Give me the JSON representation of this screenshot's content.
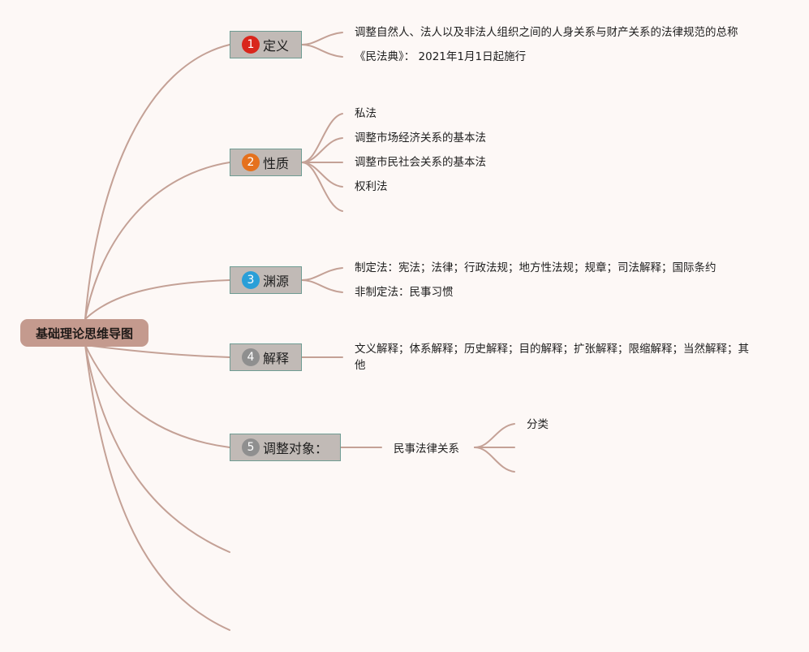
{
  "root": "基础理论思维导图",
  "branches": [
    {
      "num": "1",
      "label": "定义",
      "badge_color": "#d9261c",
      "children": [
        "调整自然人、法人以及非法人组织之间的人身关系与财产关系的法律规范的总称",
        "《民法典》： 2021年1月1日起施行"
      ]
    },
    {
      "num": "2",
      "label": "性质",
      "badge_color": "#e5711d",
      "children": [
        "私法",
        "调整市场经济关系的基本法",
        "调整市民社会关系的基本法",
        "权利法"
      ]
    },
    {
      "num": "3",
      "label": "渊源",
      "badge_color": "#2a9fd8",
      "children": [
        "制定法：宪法；法律；行政法规；地方性法规；规章；司法解释；国际条约",
        "非制定法：民事习惯"
      ]
    },
    {
      "num": "4",
      "label": "解释",
      "badge_color": "#8f8f8f",
      "children": [
        "文义解释；体系解释；历史解释；目的解释；扩张解释；限缩解释；当然解释；其他"
      ]
    },
    {
      "num": "5",
      "label": "调整对象：",
      "badge_color": "#8f8f8f",
      "children": [
        "民事法律关系"
      ],
      "grandchildren": [
        "分类"
      ]
    }
  ],
  "colors": {
    "link": "#c4a196",
    "background": "#fdf8f6"
  }
}
